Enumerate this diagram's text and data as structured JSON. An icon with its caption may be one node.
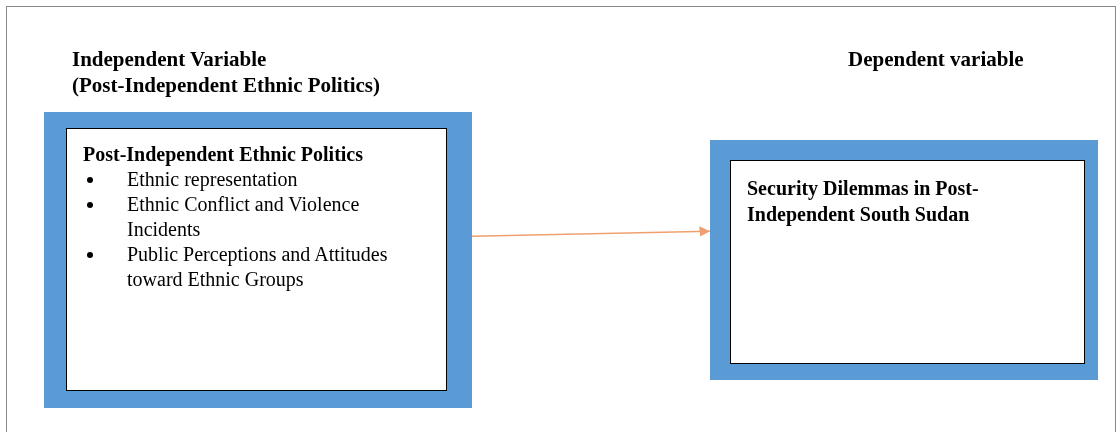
{
  "diagram": {
    "nodes": [
      {
        "text": [
          "Post-Independent Ethnic Politics",
          "Ethnic representation",
          "Ethnic Conflict and Violence Incidents",
          "Public Perceptions and Attitudes toward Ethnic Groups"
        ]
      },
      {
        "text": [
          "Security Dilemmas in Post-Independent South Sudan"
        ]
      }
    ],
    "edges": [
      {
        "from": 0,
        "to": 1,
        "arrow": "to"
      }
    ],
    "labels": [
      "Independent Variable",
      "(Post-Independent Ethnic Politics)",
      "Dependent variable"
    ]
  }
}
